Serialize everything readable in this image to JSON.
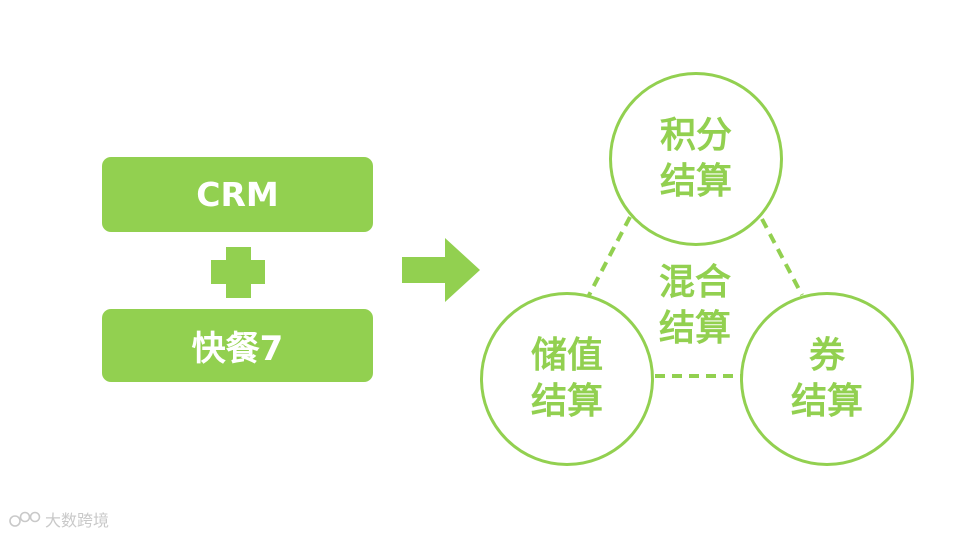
{
  "left": {
    "crm_label": "CRM",
    "food_label": "快餐7"
  },
  "circles": {
    "top": [
      "积分",
      "结算"
    ],
    "left": [
      "储值",
      "结算"
    ],
    "right": [
      "券",
      "结算"
    ],
    "center": [
      "混合",
      "结算"
    ]
  },
  "watermark": {
    "text": "大数跨境"
  },
  "colors": {
    "accent": "#92d050",
    "background": "#ffffff",
    "box_text": "#ffffff"
  }
}
